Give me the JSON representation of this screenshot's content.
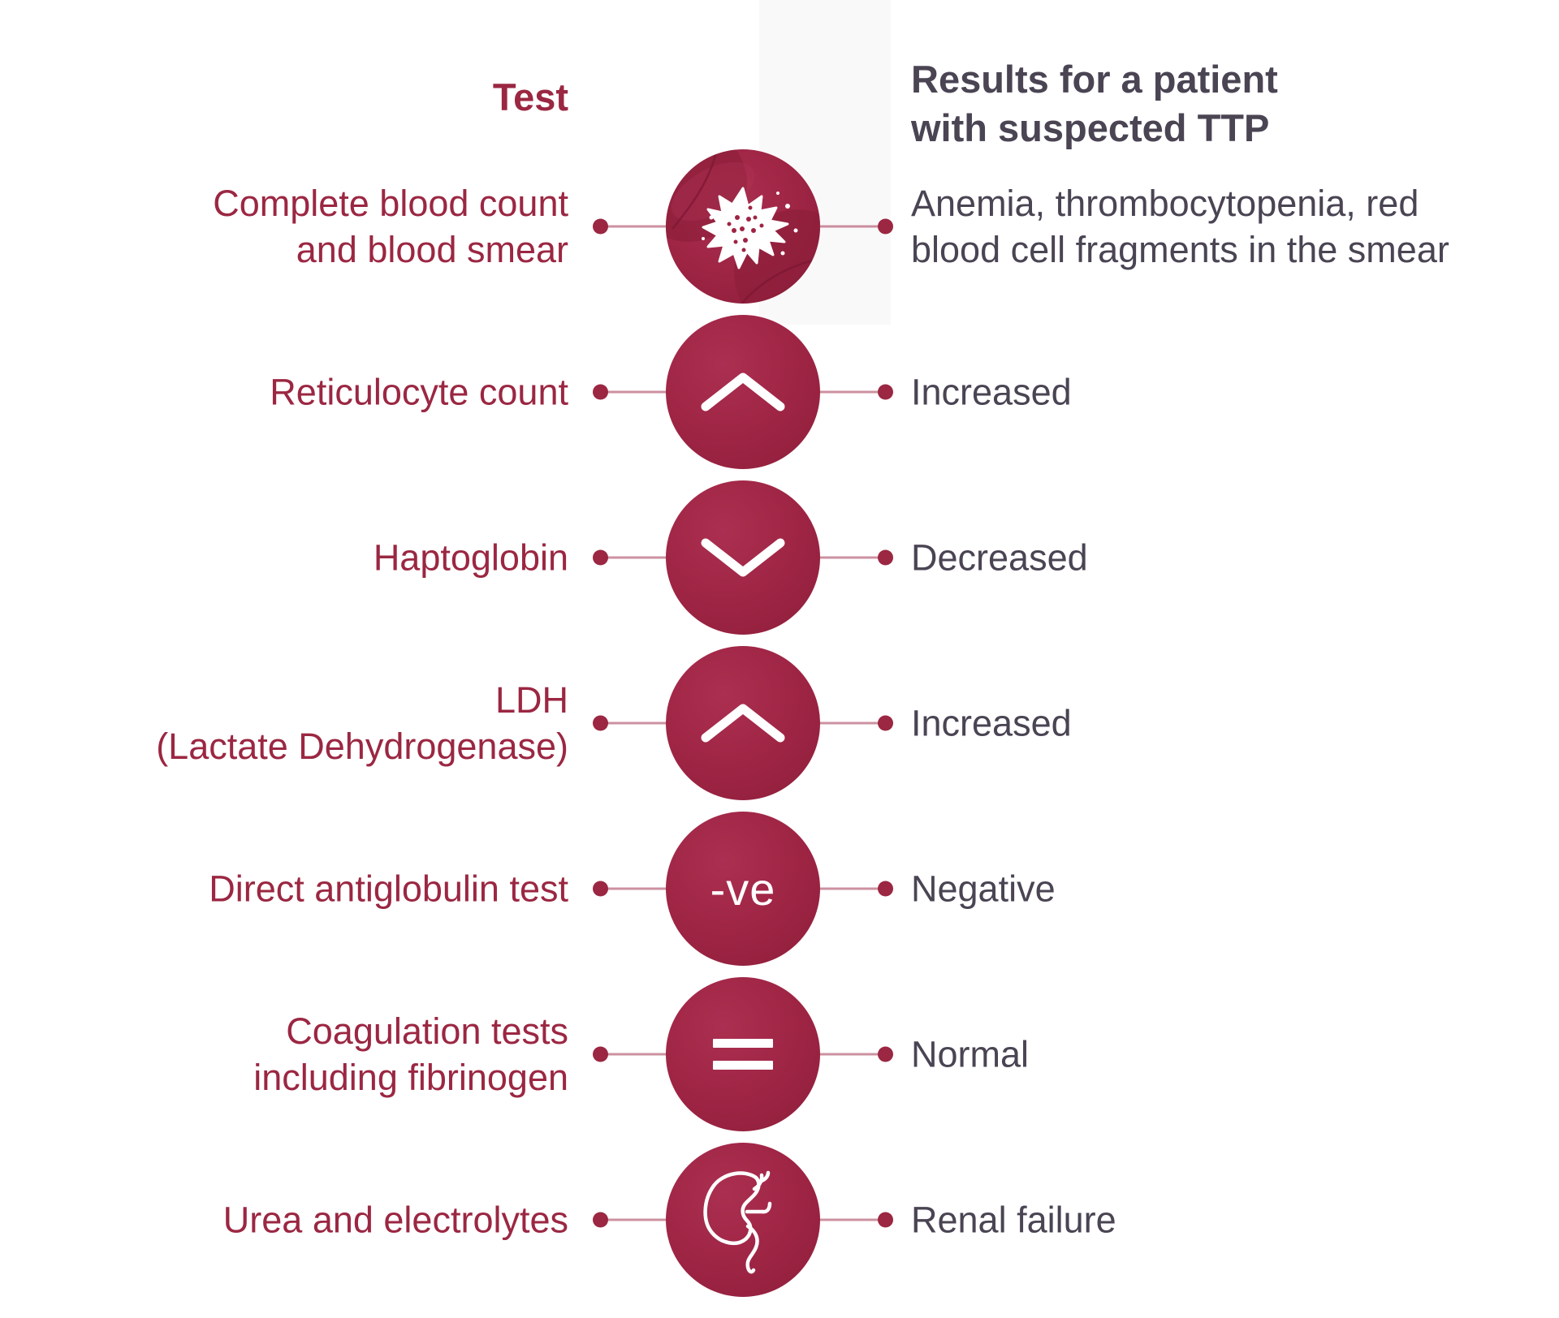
{
  "header": {
    "test_column_title": "Test",
    "results_column_title_line1": "Results for a patient",
    "results_column_title_line2": "with suspected TTP"
  },
  "rows": [
    {
      "test_line1": "Complete blood count",
      "test_line2": "and blood smear",
      "icon": "blood-smear",
      "result_line1": "Anemia, thrombocytopenia, red",
      "result_line2": "blood cell fragments in the smear"
    },
    {
      "test_line1": "Reticulocyte count",
      "icon": "chevron-up",
      "result_line1": "Increased"
    },
    {
      "test_line1": "Haptoglobin",
      "icon": "chevron-down",
      "result_line1": "Decreased"
    },
    {
      "test_line1": "LDH",
      "test_line2": "(Lactate Dehydrogenase)",
      "icon": "chevron-up",
      "result_line1": "Increased"
    },
    {
      "test_line1": "Direct antiglobulin test",
      "icon": "negative",
      "icon_text": "-ve",
      "result_line1": "Negative"
    },
    {
      "test_line1": "Coagulation tests",
      "test_line2": "including fibrinogen",
      "icon": "equals",
      "result_line1": "Normal"
    },
    {
      "test_line1": "Urea and electrolytes",
      "icon": "kidney",
      "result_line1": "Renal failure"
    }
  ],
  "colors": {
    "crimson": "#9B2742",
    "circle_fill": "#9E2444",
    "circle_fill_dark": "#8C1E3A",
    "dark_text": "#4A4453",
    "connector_line": "#B25770",
    "icon_white": "#FFFFFF",
    "background": "#FFFFFF"
  }
}
